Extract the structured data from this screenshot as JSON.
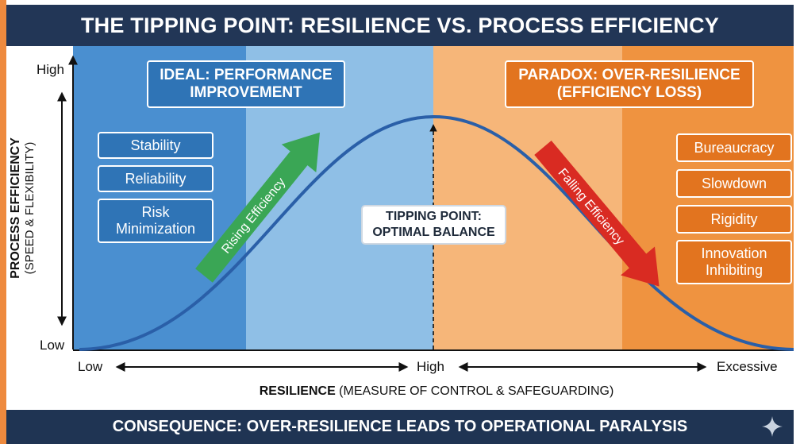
{
  "title": "THE TIPPING POINT: RESILIENCE VS. PROCESS EFFICIENCY",
  "ideal_box": {
    "line1": "IDEAL: PERFORMANCE",
    "line2": "IMPROVEMENT"
  },
  "paradox_box": {
    "line1": "PARADOX: OVER-RESILIENCE",
    "line2": "(EFFICIENCY LOSS)"
  },
  "left_items": [
    "Stability",
    "Reliability",
    "Risk",
    "Minimization"
  ],
  "right_items": [
    "Bureaucracy",
    "Slowdown",
    "Rigidity",
    "Innovation",
    "Inhibiting"
  ],
  "rising_label": "Rising Efficiency",
  "falling_label": "Falling Efficiency",
  "tipping_box": {
    "line1": "TIPPING POINT:",
    "line2": "OPTIMAL BALANCE"
  },
  "y_axis": {
    "high": "High",
    "low": "Low",
    "title": "PROCESS EFFICIENCY",
    "subtitle": "(SPEED & FLEXIBILITY)"
  },
  "x_axis": {
    "low": "Low",
    "high": "High",
    "excessive": "Excessive",
    "title_bold": "RESILIENCE",
    "title_rest": " (MEASURE OF CONTROL & SAFEGUARDING)"
  },
  "footer": "CONSEQUENCE: OVER-RESILIENCE LEADS TO OPERATIONAL PARALYSIS",
  "colors": {
    "zone_blue_dark": "#4a8fd0",
    "zone_blue_light": "#8fbfe6",
    "zone_orange_light": "#f6b679",
    "zone_orange_dark": "#ef9340",
    "curve": "#2a5fa8",
    "rising_arrow": "#3aa655",
    "falling_arrow": "#d92b22"
  },
  "icons": {
    "corner": "sparkle-icon"
  }
}
